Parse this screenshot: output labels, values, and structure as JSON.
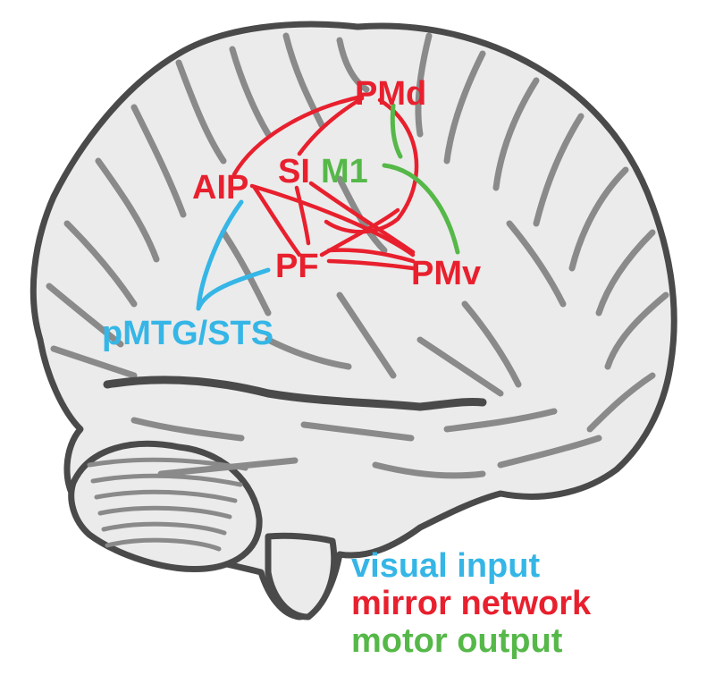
{
  "colors": {
    "visual": "#35b6e6",
    "mirror": "#e8202e",
    "motor": "#55b848",
    "gyrus": "#ebebeb",
    "sulcus": "#8a8a8a",
    "outline": "#4a4a4a"
  },
  "regions": {
    "pmd": "PMd",
    "aip": "AIP",
    "si": "SI",
    "m1": "M1",
    "pf": "PF",
    "pmv": "PMv",
    "pmtg": "pMTG/STS"
  },
  "legend": {
    "visual": "visual input",
    "mirror": "mirror network",
    "motor": "motor output"
  }
}
